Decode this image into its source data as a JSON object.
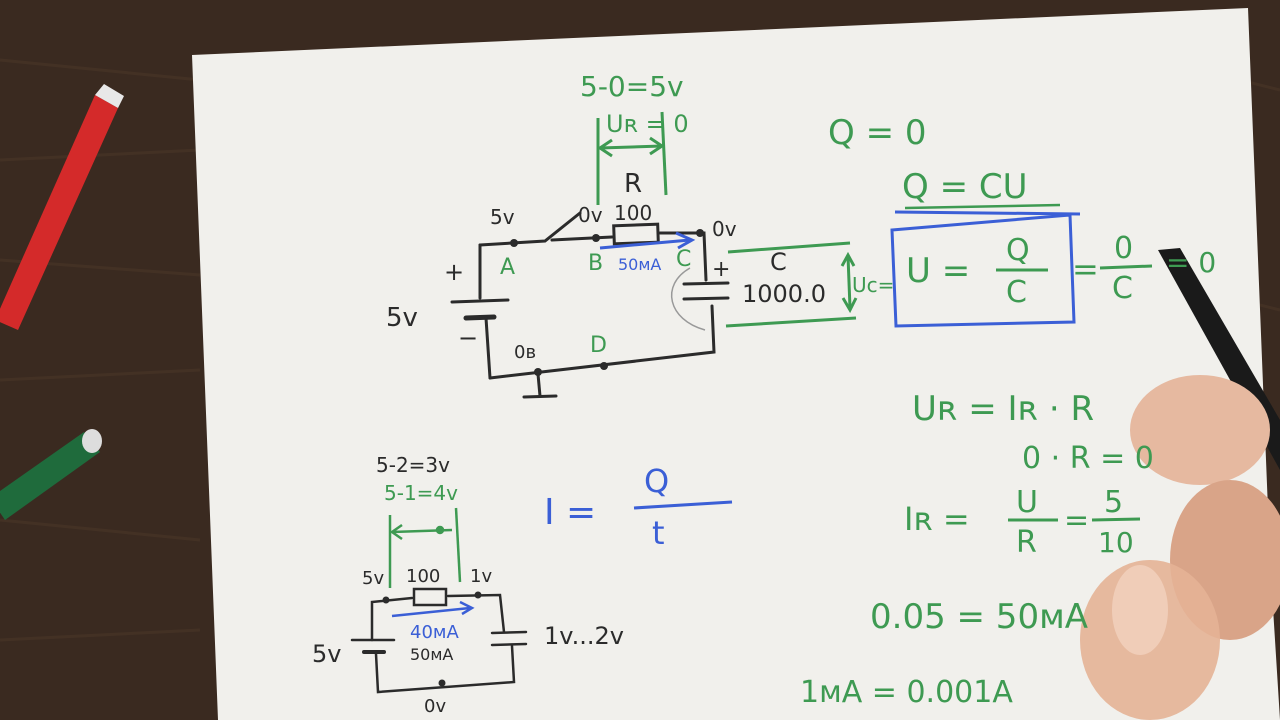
{
  "colors": {
    "ink_black": "#2b2b2b",
    "ink_green": "#3e9a52",
    "ink_blue": "#3b5fd6",
    "paper": "#f1f0ec",
    "desk": "#3a2a20",
    "pen_red": "#d42a2a",
    "pen_green": "#1f6b3c"
  },
  "top_circuit": {
    "top_calc": "5-0=5v",
    "ur_label": "Uʀ = 0",
    "resistor_letter": "R",
    "resistor_value": "100",
    "node_a_voltage": "5v",
    "node_b_voltage": "0v",
    "node_c_voltage": "0v",
    "battery_voltage": "5v",
    "plus": "+",
    "minus": "−",
    "node_a": "A",
    "node_b": "B",
    "node_c": "C",
    "node_d": "D",
    "ground_voltage": "0в",
    "current": "50мA",
    "cap_plus": "+",
    "cap_letter": "C",
    "cap_value": "1000.0",
    "uc_label": "Uc="
  },
  "formulas": {
    "q_zero": "Q = 0",
    "q_cu": "Q = CU",
    "u_lhs": "U =",
    "u_num": "Q",
    "u_den": "C",
    "eq_sign": "=",
    "zero_num": "0",
    "zero_den": "C",
    "zero_result": "= 0",
    "ur_ir_r": "Uʀ = Iʀ · R",
    "zero_r": "0 · R = 0",
    "ir_lhs": "Iʀ =",
    "ir_num": "U",
    "ir_den": "R",
    "ir_eq": "=",
    "ir_num2": "5",
    "ir_den2": "10",
    "result": "0.05 = 50мA",
    "ma_conv": "1мA = 0.001A",
    "i_lhs": "I =",
    "i_num": "Q",
    "i_den": "t"
  },
  "bottom_circuit": {
    "calc1": "5-2=3v",
    "calc2": "5-1=4v",
    "left_voltage": "5v",
    "resistor_value": "100",
    "right_voltage": "1v",
    "battery_voltage": "5v",
    "current1": "40мA",
    "current2": "50мA",
    "cap_voltage": "1v...2v",
    "ground_voltage": "0v"
  }
}
